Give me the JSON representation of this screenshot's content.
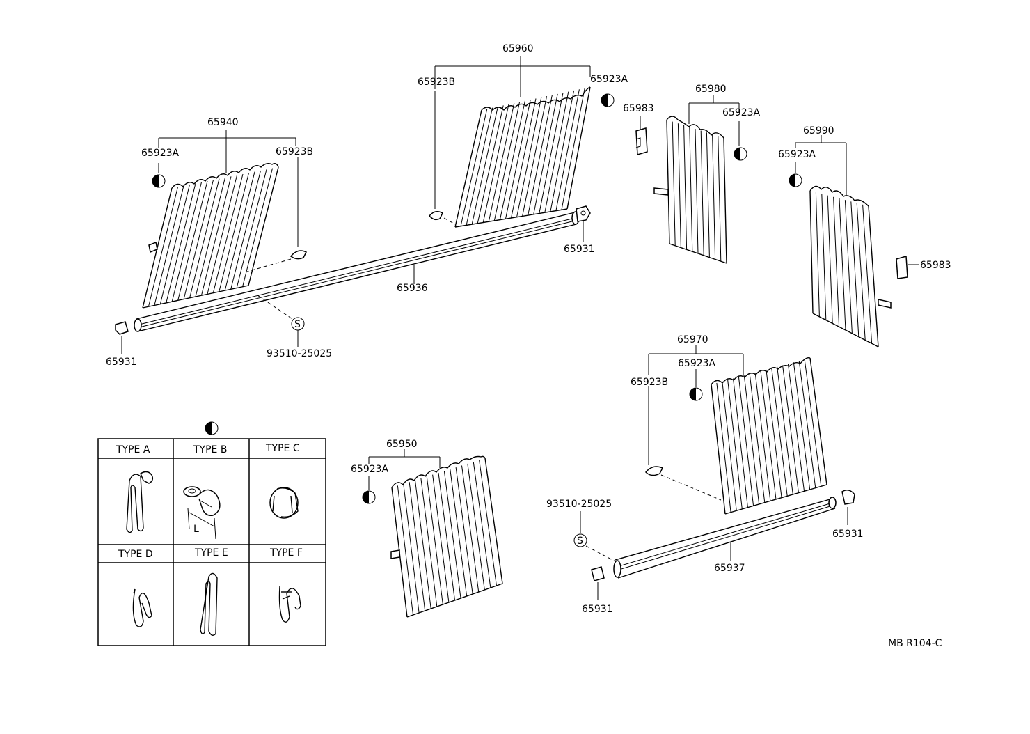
{
  "colors": {
    "ink": "#000000",
    "paper": "#ffffff"
  },
  "icons": {
    "half_circle": "half-filled-circle-icon",
    "s_circle": "s-circle-icon"
  },
  "labels": {
    "p65960": "65960",
    "p65923B_top": "65923B",
    "p65923A_top": "65923A",
    "p65983_top": "65983",
    "p65980": "65980",
    "p65923A_980": "65923A",
    "p65990": "65990",
    "p65923A_990": "65923A",
    "p65983_right": "65983",
    "p65940": "65940",
    "p65923A_940": "65923A",
    "p65923B_940": "65923B",
    "p65931_mid": "65931",
    "p65936": "65936",
    "p93510_left": "93510-25025",
    "p65931_left": "65931",
    "p65970": "65970",
    "p65923A_970": "65923A",
    "p65923B_970": "65923B",
    "p65950": "65950",
    "p65923A_950": "65923A",
    "p93510_right": "93510-25025",
    "p65931_right": "65931",
    "p65937": "65937",
    "p65931_bottom": "65931",
    "ref_code": "MB R104-C"
  },
  "types_table": {
    "cells": [
      "TYPE A",
      "TYPE B",
      "TYPE C",
      "TYPE D",
      "TYPE E",
      "TYPE F"
    ],
    "dimension_label": "L",
    "s_symbol": "S"
  }
}
